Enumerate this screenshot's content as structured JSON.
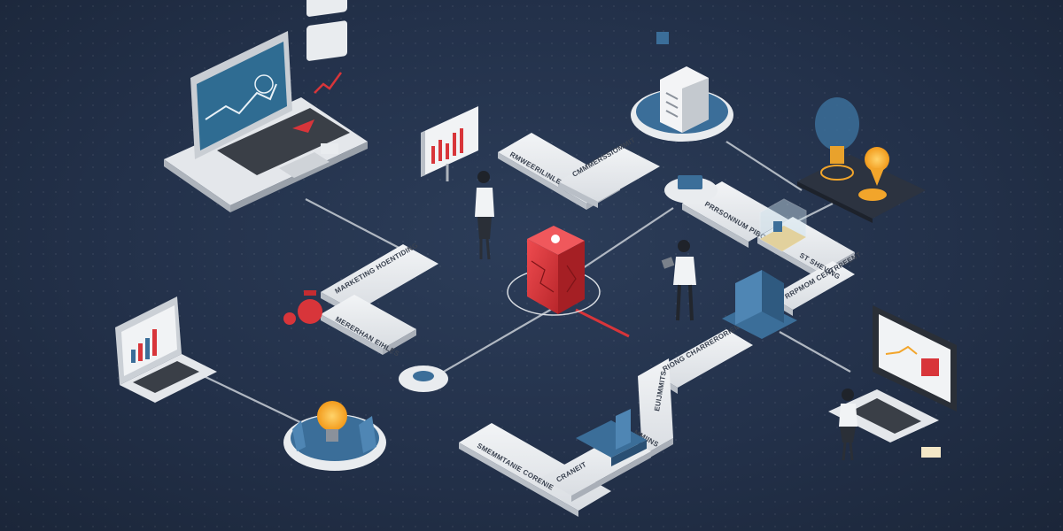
{
  "path_labels": {
    "top_left": "RMWEERILINLE",
    "top_right": "CMMMERSSIOMMIT",
    "left_middle": "MARKETING HOENTIDING",
    "left_lower": "MERERHAN EIHLES",
    "right_upper": "PRRSONNUM PIBOLES",
    "right_mid": "ST SHEVING",
    "right_lower": "RRPMOM CENTRPEENT",
    "center_lower": "RIONG CHARRERORIER",
    "vertical_lower": "EUIJMMITS",
    "bottom_left": "SMEMMTANIE CORENIE",
    "bottom_mid": "CRANEIT",
    "bottom_tag": "MMIINS"
  },
  "colors": {
    "background": "#23314a",
    "accent_red": "#d8353a",
    "accent_blue": "#3b6e99",
    "accent_orange": "#f2a52b",
    "path_white": "#e9ecef"
  },
  "icons": [
    "laptop-chart-icon",
    "soccer-ball-icon",
    "trend-chart-icon",
    "billboard-chart-icon",
    "server-icon",
    "lightbulb-icon",
    "red-cube-icon",
    "monitor-chart-icon",
    "laptop-bar-icon",
    "alarm-bell-icon",
    "bulb-orange-icon",
    "glass-cube-icon",
    "person-woman-icon",
    "person-man-icon",
    "person-typing-icon"
  ]
}
